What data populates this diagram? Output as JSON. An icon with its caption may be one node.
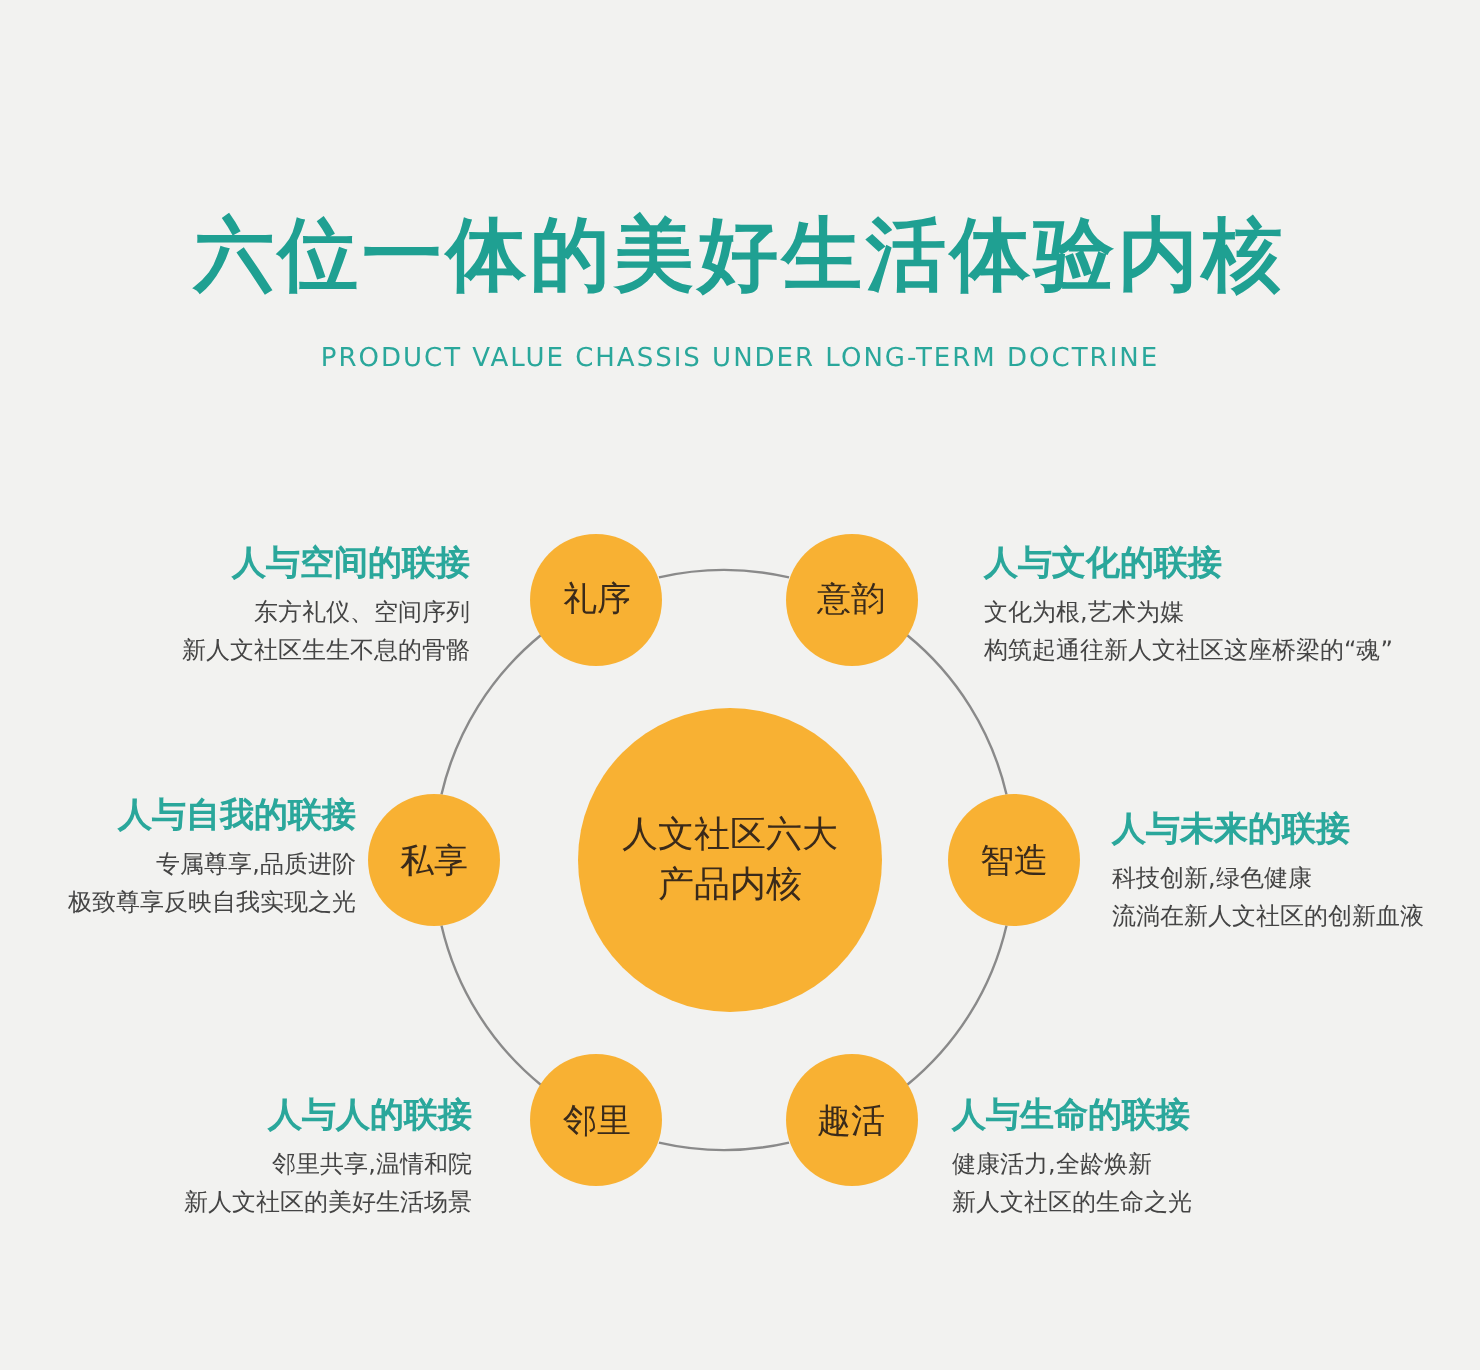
{
  "diagram": {
    "title": "六位一体的美好生活体验内核",
    "caption": "PRODUCT VALUE CHASSIS UNDER LONG-TERM DOCTRINE",
    "nodes": [
      {
        "text": [
          "礼序"
        ],
        "beside": [
          "人与空间的联接",
          "东方礼仪、空间序列",
          "新人文社区生生不息的骨骼"
        ]
      },
      {
        "text": [
          "意韵"
        ],
        "beside": [
          "人与文化的联接",
          "文化为根,艺术为媒",
          "构筑起通往新人文社区这座桥梁的“魂”"
        ]
      },
      {
        "text": [
          "私享"
        ],
        "beside": [
          "人与自我的联接",
          "专属尊享,品质进阶",
          "极致尊享反映自我实现之光"
        ]
      },
      {
        "text": [
          "人文社区六大产品内核"
        ]
      },
      {
        "text": [
          "智造"
        ],
        "beside": [
          "人与未来的联接",
          "科技创新,绿色健康",
          "流淌在新人文社区的创新血液"
        ]
      },
      {
        "text": [
          "邻里"
        ],
        "beside": [
          "人与人的联接",
          "邻里共享,温情和院",
          "新人文社区的美好生活场景"
        ]
      },
      {
        "text": [
          "趣活"
        ],
        "beside": [
          "人与生命的联接",
          "健康活力,全龄焕新",
          "新人文社区的生命之光"
        ]
      }
    ],
    "edges": [
      {
        "from": 0,
        "to": 1,
        "arrow": "none"
      },
      {
        "from": 1,
        "to": 4,
        "arrow": "none"
      },
      {
        "from": 4,
        "to": 6,
        "arrow": "none"
      },
      {
        "from": 6,
        "to": 5,
        "arrow": "none"
      },
      {
        "from": 5,
        "to": 2,
        "arrow": "none"
      },
      {
        "from": 2,
        "to": 0,
        "arrow": "none"
      }
    ]
  }
}
